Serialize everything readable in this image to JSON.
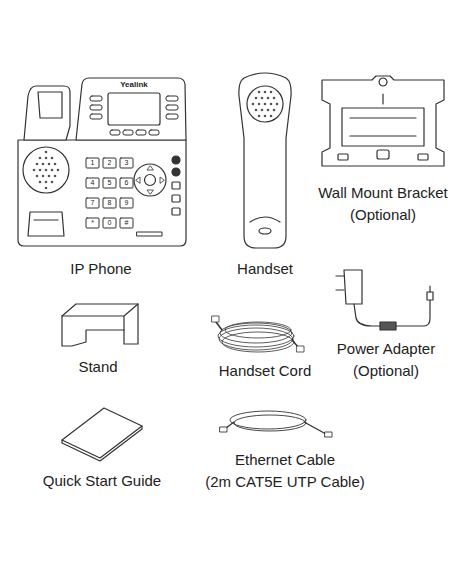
{
  "diagram": {
    "labels": [
      "Yealink",
      "1",
      "2",
      "3",
      "4",
      "5",
      "6",
      "7",
      "8",
      "9",
      "*",
      "0",
      "#",
      "IP Phone",
      "Handset",
      "Wall Mount Bracket (Optional)",
      "Stand",
      "Handset Cord",
      "Power Adapter (Optional)",
      "Quick Start Guide",
      "Ethernet Cable (2m CAT5E UTP Cable)"
    ]
  }
}
